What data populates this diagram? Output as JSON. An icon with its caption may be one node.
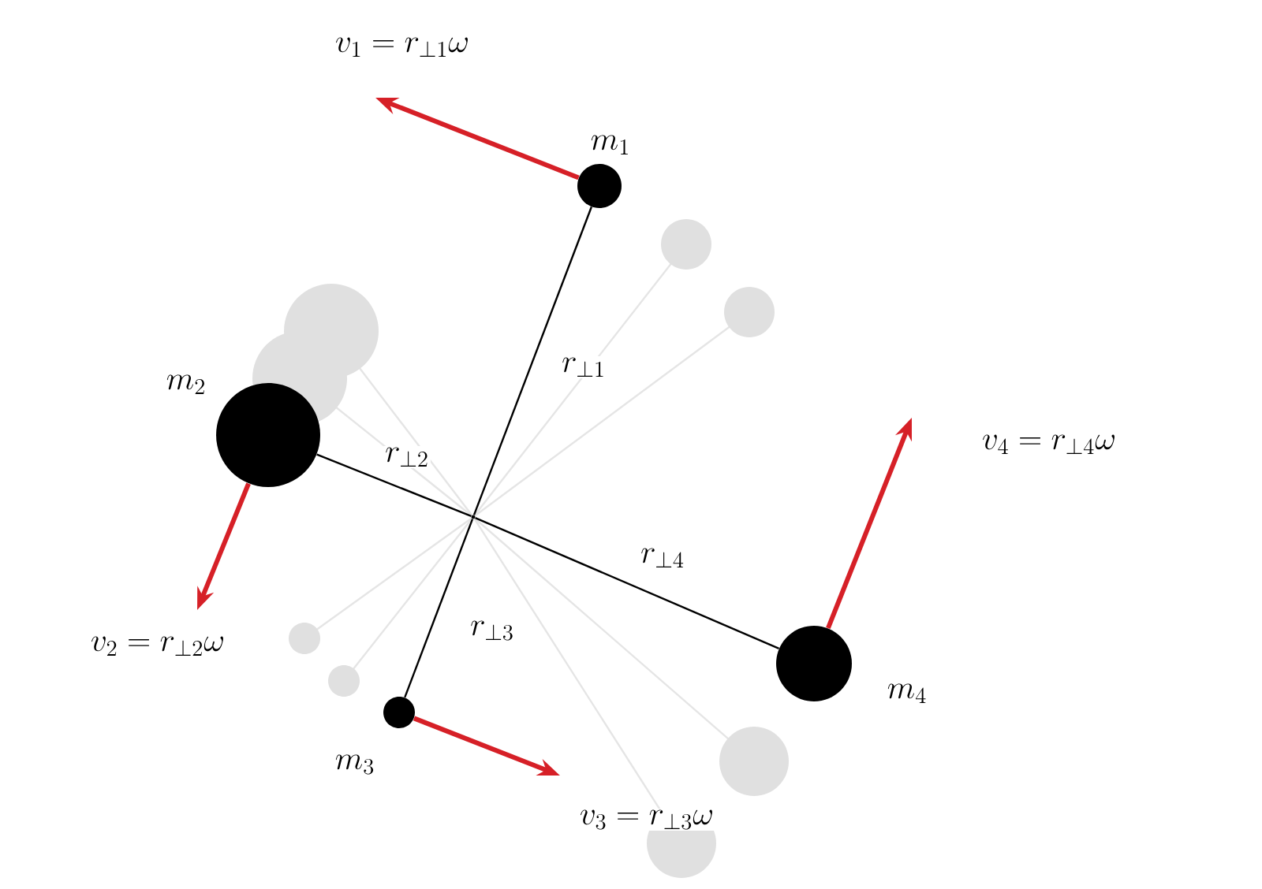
{
  "diagram": {
    "nodes": [
      {
        "text": [],
        "shape": "point"
      },
      {
        "text": [
          "m_1"
        ]
      },
      {
        "text": [
          "m_2"
        ]
      },
      {
        "text": [
          "m_3"
        ]
      },
      {
        "text": [
          "m_4"
        ]
      }
    ],
    "edges": [
      {
        "from": 0,
        "to": 1,
        "arrow": "none",
        "label": "r_{\\perp 1}"
      },
      {
        "from": 0,
        "to": 2,
        "arrow": "none",
        "label": "r_{\\perp 2}"
      },
      {
        "from": 0,
        "to": 3,
        "arrow": "none",
        "label": "r_{\\perp 3}"
      },
      {
        "from": 0,
        "to": 4,
        "arrow": "none",
        "label": "r_{\\perp 4}"
      },
      {
        "from": 1,
        "to": null,
        "arrow": "to",
        "label": "v_1 = r_{\\perp 1}\\omega",
        "style": "thick",
        "color": "#d62027"
      },
      {
        "from": 2,
        "to": null,
        "arrow": "to",
        "label": "v_2 = r_{\\perp 2}\\omega",
        "style": "thick",
        "color": "#d62027"
      },
      {
        "from": 3,
        "to": null,
        "arrow": "to",
        "label": "v_3 = r_{\\perp 3}\\omega",
        "style": "thick",
        "color": "#d62027"
      },
      {
        "from": 4,
        "to": null,
        "arrow": "to",
        "label": "v_4 = r_{\\perp 4}\\omega",
        "style": "thick",
        "color": "#d62027"
      }
    ]
  }
}
